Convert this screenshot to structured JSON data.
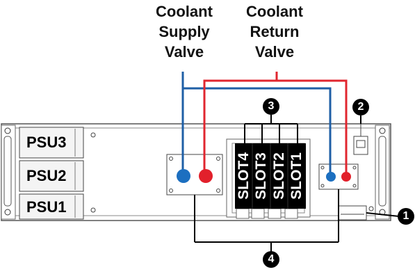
{
  "labels": {
    "supply_valve": [
      "Coolant",
      "Supply",
      "Valve"
    ],
    "return_valve": [
      "Coolant",
      "Return",
      "Valve"
    ]
  },
  "callouts": [
    "1",
    "2",
    "3",
    "4"
  ],
  "psus": [
    "PSU3",
    "PSU2",
    "PSU1"
  ],
  "slots": [
    "SLOT4",
    "SLOT3",
    "SLOT2",
    "SLOT1"
  ],
  "colors": {
    "supply_line": "#1f5fa6",
    "return_line": "#e0262f",
    "supply_connector": "#1c6fc0",
    "return_connector": "#e2202b",
    "callout": "#000000",
    "chassis_outline": "#555555"
  }
}
